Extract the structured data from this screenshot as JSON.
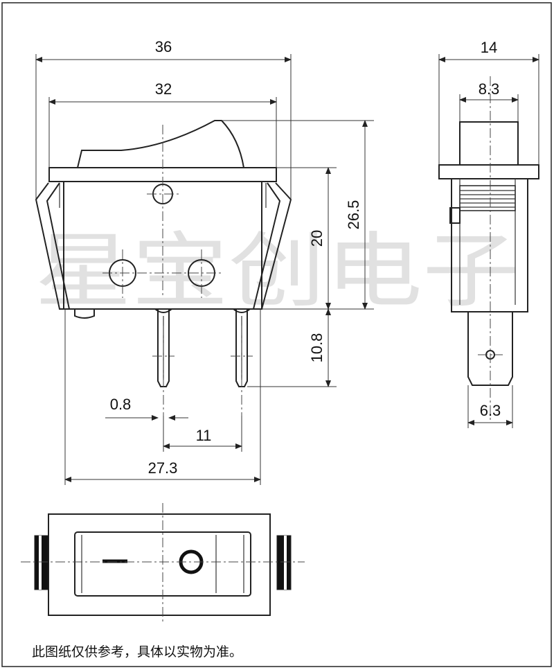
{
  "dimensions": {
    "front_width_outer": "36",
    "front_width_inner": "32",
    "height_total": "26.5",
    "height_body": "20",
    "terminal_length": "10.8",
    "terminal_width": "0.8",
    "terminal_pitch": "11",
    "base_width": "27.3",
    "side_width_outer": "14",
    "side_width_inner": "8.3",
    "side_terminal_width": "6.3"
  },
  "watermark": "星宝创电子",
  "caption": "此图纸仅供参考，具体以实物为准。"
}
